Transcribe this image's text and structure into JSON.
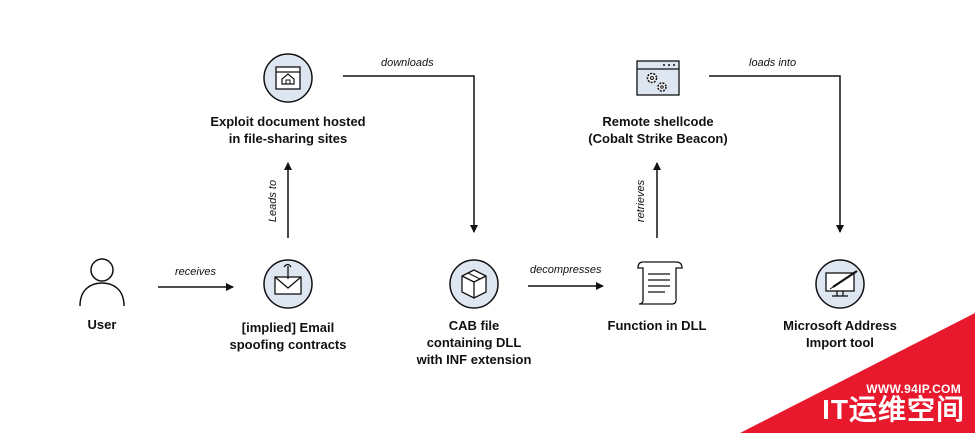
{
  "nodes": {
    "user": {
      "label": "User",
      "icon": "user-icon"
    },
    "email": {
      "label": "[implied] Email\nspoofing contracts",
      "icon": "email-icon"
    },
    "exploit_doc": {
      "label": "Exploit document hosted\nin file-sharing sites",
      "icon": "browser-home-icon"
    },
    "cab": {
      "label": "CAB file\ncontaining DLL\nwith INF extension",
      "icon": "box-icon"
    },
    "function_dll": {
      "label": "Function in DLL",
      "icon": "scroll-icon"
    },
    "shellcode": {
      "label": "Remote shellcode\n(Cobalt Strike Beacon)",
      "icon": "settings-window-icon"
    },
    "ms_tool": {
      "label": "Microsoft Address\nImport tool",
      "icon": "monitor-syringe-icon"
    }
  },
  "edges": {
    "receives": "receives",
    "leads_to": "Leads to",
    "downloads": "downloads",
    "decompresses": "decompresses",
    "retrieves": "retrieves",
    "loads_into": "loads into"
  },
  "watermark": {
    "url": "WWW.94IP.COM",
    "brand": "IT运维空间",
    "color": "#e8192c"
  },
  "colors": {
    "icon_circle": "#dde6f1",
    "line": "#111111"
  }
}
